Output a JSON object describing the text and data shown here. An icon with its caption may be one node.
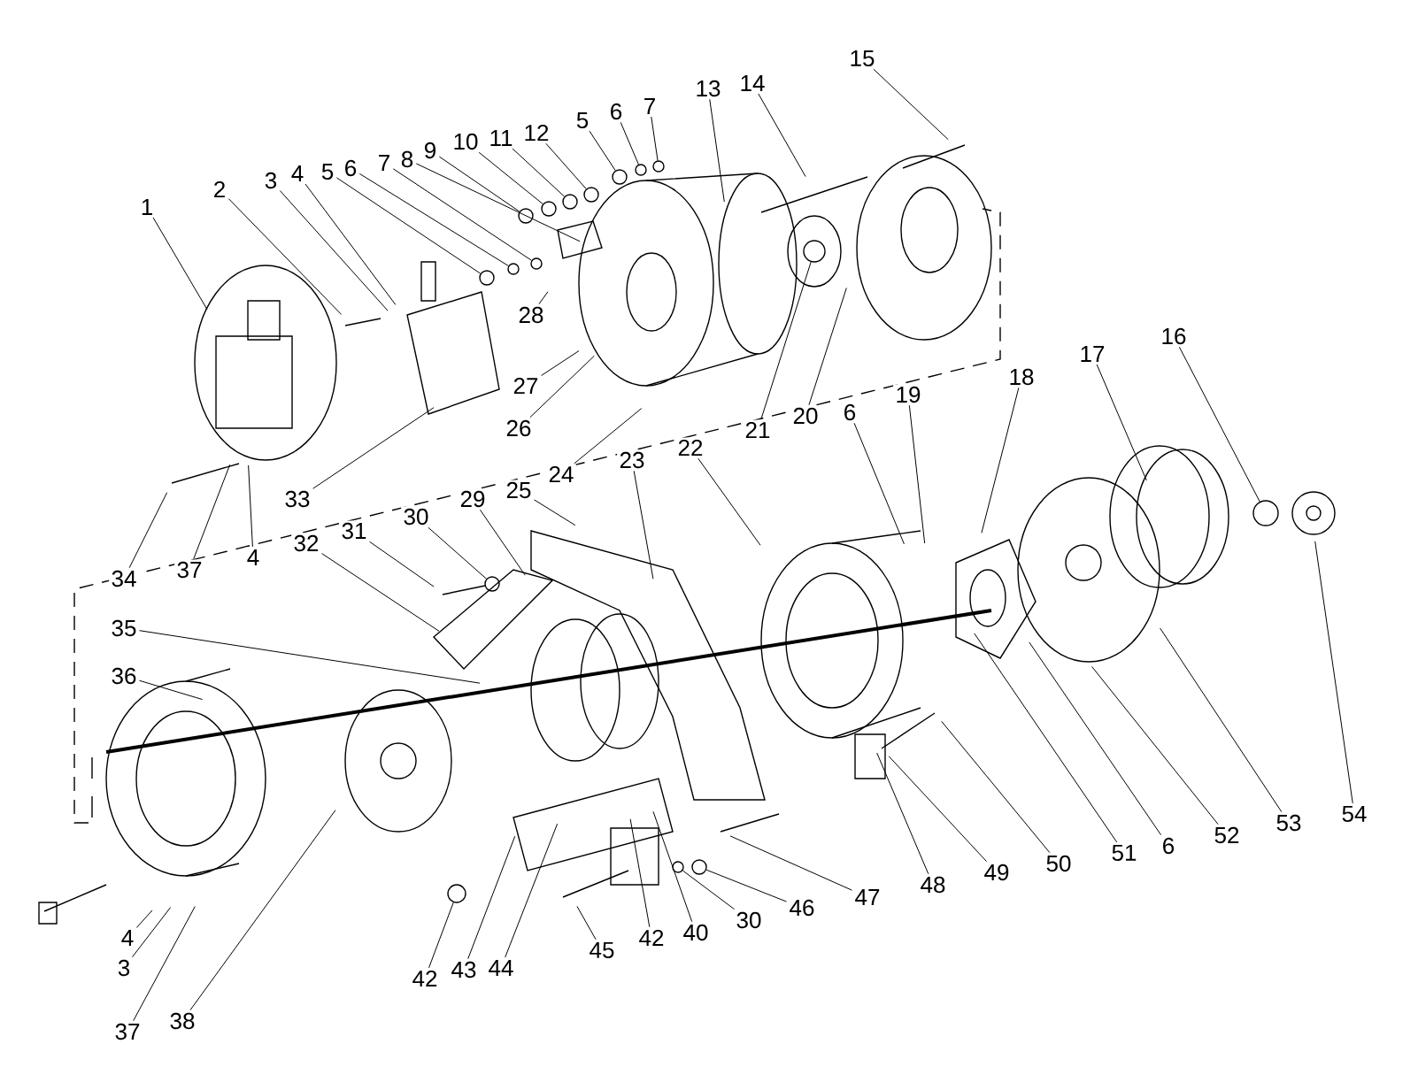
{
  "diagram": {
    "nodes": [
      {
        "text": [
          "1"
        ]
      },
      {
        "text": [
          "2"
        ]
      },
      {
        "text": [
          "3"
        ]
      },
      {
        "text": [
          "4"
        ]
      },
      {
        "text": [
          "5"
        ]
      },
      {
        "text": [
          "6"
        ]
      },
      {
        "text": [
          "7"
        ]
      },
      {
        "text": [
          "8"
        ]
      },
      {
        "text": [
          "9"
        ]
      },
      {
        "text": [
          "10"
        ]
      },
      {
        "text": [
          "11"
        ]
      },
      {
        "text": [
          "12"
        ]
      },
      {
        "text": [
          "5"
        ]
      },
      {
        "text": [
          "6"
        ]
      },
      {
        "text": [
          "7"
        ]
      },
      {
        "text": [
          "13"
        ]
      },
      {
        "text": [
          "14"
        ]
      },
      {
        "text": [
          "15"
        ]
      },
      {
        "text": [
          "28"
        ]
      },
      {
        "text": [
          "27"
        ]
      },
      {
        "text": [
          "26"
        ]
      },
      {
        "text": [
          "24"
        ]
      },
      {
        "text": [
          "21"
        ]
      },
      {
        "text": [
          "20"
        ]
      },
      {
        "text": [
          "6"
        ]
      },
      {
        "text": [
          "19"
        ]
      },
      {
        "text": [
          "18"
        ]
      },
      {
        "text": [
          "17"
        ]
      },
      {
        "text": [
          "16"
        ]
      },
      {
        "text": [
          "22"
        ]
      },
      {
        "text": [
          "23"
        ]
      },
      {
        "text": [
          "25"
        ]
      },
      {
        "text": [
          "29"
        ]
      },
      {
        "text": [
          "33"
        ]
      },
      {
        "text": [
          "30"
        ]
      },
      {
        "text": [
          "31"
        ]
      },
      {
        "text": [
          "32"
        ]
      },
      {
        "text": [
          "34"
        ]
      },
      {
        "text": [
          "37"
        ]
      },
      {
        "text": [
          "4"
        ]
      },
      {
        "text": [
          "35"
        ]
      },
      {
        "text": [
          "36"
        ]
      },
      {
        "text": [
          "4"
        ]
      },
      {
        "text": [
          "3"
        ]
      },
      {
        "text": [
          "37"
        ]
      },
      {
        "text": [
          "38"
        ]
      },
      {
        "text": [
          "42"
        ]
      },
      {
        "text": [
          "43"
        ]
      },
      {
        "text": [
          "44"
        ]
      },
      {
        "text": [
          "45"
        ]
      },
      {
        "text": [
          "42"
        ]
      },
      {
        "text": [
          "40"
        ]
      },
      {
        "text": [
          "30"
        ]
      },
      {
        "text": [
          "46"
        ]
      },
      {
        "text": [
          "47"
        ]
      },
      {
        "text": [
          "48"
        ]
      },
      {
        "text": [
          "49"
        ]
      },
      {
        "text": [
          "50"
        ]
      },
      {
        "text": [
          "51"
        ]
      },
      {
        "text": [
          "6"
        ]
      },
      {
        "text": [
          "52"
        ]
      },
      {
        "text": [
          "53"
        ]
      },
      {
        "text": [
          "54"
        ]
      },
      {
        "text": [],
        "shape": "circle"
      },
      {
        "text": [],
        "shape": "circle"
      },
      {
        "text": [],
        "shape": "circle"
      },
      {
        "text": [],
        "shape": "circle"
      },
      {
        "text": [],
        "shape": "circle"
      },
      {
        "text": [],
        "shape": "circle"
      },
      {
        "text": [],
        "shape": "circle"
      },
      {
        "text": [],
        "shape": "circle"
      },
      {
        "text": [],
        "shape": "circle"
      },
      {
        "text": [],
        "shape": "circle"
      },
      {
        "text": [],
        "shape": "circle"
      },
      {
        "text": [],
        "shape": "circle"
      },
      {
        "text": [],
        "shape": "circle"
      },
      {
        "text": [],
        "shape": "circle"
      },
      {
        "text": [],
        "shape": "circle"
      },
      {
        "text": [],
        "shape": "circle"
      }
    ],
    "edges": [
      {
        "from": 0,
        "to": null,
        "arrow": "none"
      },
      {
        "from": 1,
        "to": null,
        "arrow": "none"
      },
      {
        "from": 2,
        "to": null,
        "arrow": "none"
      },
      {
        "from": 3,
        "to": null,
        "arrow": "none"
      },
      {
        "from": 4,
        "to": 64,
        "arrow": "none"
      },
      {
        "from": 5,
        "to": 66,
        "arrow": "none"
      },
      {
        "from": 6,
        "to": 68,
        "arrow": "none"
      },
      {
        "from": 7,
        "to": null,
        "arrow": "none"
      },
      {
        "from": 8,
        "to": 67,
        "arrow": "none"
      },
      {
        "from": 9,
        "to": 69,
        "arrow": "none"
      },
      {
        "from": 10,
        "to": 70,
        "arrow": "none"
      },
      {
        "from": 11,
        "to": 71,
        "arrow": "none"
      },
      {
        "from": 12,
        "to": 72,
        "arrow": "none"
      },
      {
        "from": 13,
        "to": 73,
        "arrow": "none"
      },
      {
        "from": 14,
        "to": 74,
        "arrow": "none"
      },
      {
        "from": 15,
        "to": null,
        "arrow": "none"
      },
      {
        "from": 16,
        "to": null,
        "arrow": "none"
      },
      {
        "from": 17,
        "to": null,
        "arrow": "none"
      },
      {
        "from": 18,
        "to": null,
        "arrow": "none"
      },
      {
        "from": 19,
        "to": null,
        "arrow": "none"
      },
      {
        "from": 20,
        "to": null,
        "arrow": "none"
      },
      {
        "from": 21,
        "to": null,
        "arrow": "none"
      },
      {
        "from": 22,
        "to": 77,
        "arrow": "none"
      },
      {
        "from": 23,
        "to": null,
        "arrow": "none"
      },
      {
        "from": 24,
        "to": null,
        "arrow": "none"
      },
      {
        "from": 25,
        "to": null,
        "arrow": "none"
      },
      {
        "from": 26,
        "to": null,
        "arrow": "none"
      },
      {
        "from": 27,
        "to": null,
        "arrow": "none"
      },
      {
        "from": 28,
        "to": 78,
        "arrow": "none"
      },
      {
        "from": 29,
        "to": null,
        "arrow": "none"
      },
      {
        "from": 30,
        "to": null,
        "arrow": "none"
      },
      {
        "from": 31,
        "to": null,
        "arrow": "none"
      },
      {
        "from": 32,
        "to": null,
        "arrow": "none"
      },
      {
        "from": 33,
        "to": null,
        "arrow": "none"
      },
      {
        "from": 34,
        "to": 65,
        "arrow": "none"
      },
      {
        "from": 35,
        "to": null,
        "arrow": "none"
      },
      {
        "from": 36,
        "to": null,
        "arrow": "none"
      },
      {
        "from": 37,
        "to": null,
        "arrow": "none"
      },
      {
        "from": 38,
        "to": null,
        "arrow": "none"
      },
      {
        "from": 39,
        "to": null,
        "arrow": "none"
      },
      {
        "from": 40,
        "to": null,
        "arrow": "none"
      },
      {
        "from": 41,
        "to": null,
        "arrow": "none"
      },
      {
        "from": 42,
        "to": null,
        "arrow": "none"
      },
      {
        "from": 43,
        "to": null,
        "arrow": "none"
      },
      {
        "from": 44,
        "to": null,
        "arrow": "none"
      },
      {
        "from": 45,
        "to": null,
        "arrow": "none"
      },
      {
        "from": 46,
        "to": 63,
        "arrow": "none"
      },
      {
        "from": 47,
        "to": null,
        "arrow": "none"
      },
      {
        "from": 48,
        "to": null,
        "arrow": "none"
      },
      {
        "from": 49,
        "to": null,
        "arrow": "none"
      },
      {
        "from": 50,
        "to": null,
        "arrow": "none"
      },
      {
        "from": 51,
        "to": null,
        "arrow": "none"
      },
      {
        "from": 52,
        "to": 75,
        "arrow": "none"
      },
      {
        "from": 53,
        "to": 76,
        "arrow": "none"
      },
      {
        "from": 54,
        "to": null,
        "arrow": "none"
      },
      {
        "from": 55,
        "to": null,
        "arrow": "none"
      },
      {
        "from": 56,
        "to": null,
        "arrow": "none"
      },
      {
        "from": 57,
        "to": null,
        "arrow": "none"
      },
      {
        "from": 58,
        "to": null,
        "arrow": "none"
      },
      {
        "from": 59,
        "to": null,
        "arrow": "none"
      },
      {
        "from": 60,
        "to": null,
        "arrow": "none"
      },
      {
        "from": 61,
        "to": null,
        "arrow": "none"
      },
      {
        "from": 62,
        "to": null,
        "arrow": "none"
      }
    ]
  }
}
